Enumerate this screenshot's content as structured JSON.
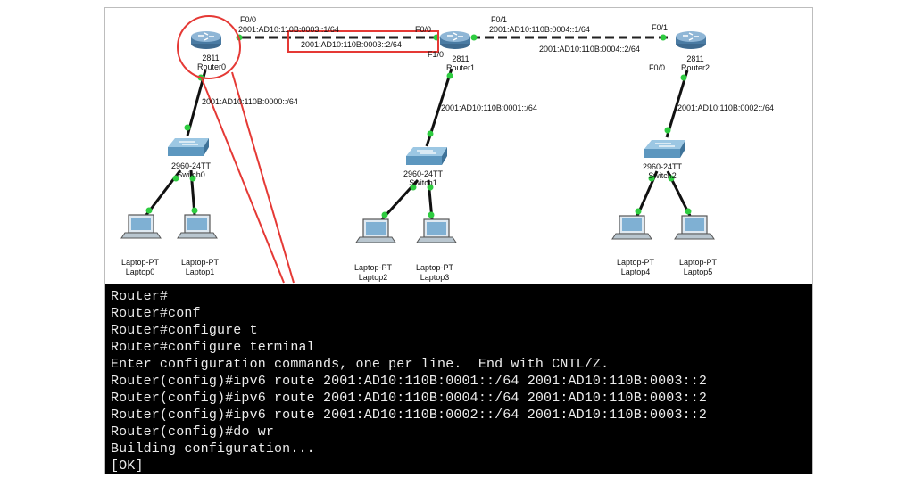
{
  "colors": {
    "terminal_bg": "#000000",
    "terminal_fg": "#ececec",
    "highlight": "#e53935",
    "link_dot": "#2ecc40",
    "router": "#5a86ad",
    "switch": "#6aa6c9"
  },
  "topology": {
    "routers": [
      {
        "model": "2811",
        "name": "Router0",
        "icon": "router-icon"
      },
      {
        "model": "2811",
        "name": "Router1",
        "icon": "router-icon"
      },
      {
        "model": "2811",
        "name": "Router2",
        "icon": "router-icon"
      }
    ],
    "switches": [
      {
        "model": "2960-24TT",
        "name": "Switch0",
        "icon": "switch-icon"
      },
      {
        "model": "2960-24TT",
        "name": "Switch1",
        "icon": "switch-icon"
      },
      {
        "model": "2960-24TT",
        "name": "Switch2",
        "icon": "switch-icon"
      }
    ],
    "laptops": [
      {
        "model": "Laptop-PT",
        "name": "Laptop0"
      },
      {
        "model": "Laptop-PT",
        "name": "Laptop1"
      },
      {
        "model": "Laptop-PT",
        "name": "Laptop2"
      },
      {
        "model": "Laptop-PT",
        "name": "Laptop3"
      },
      {
        "model": "Laptop-PT",
        "name": "Laptop4"
      },
      {
        "model": "Laptop-PT",
        "name": "Laptop5"
      }
    ],
    "interfaces": {
      "r0_f00": "F0/0",
      "r1_f00": "F0/0",
      "r1_f01": "F0/1",
      "r1_f10": "F1/0",
      "r2_f01": "F0/1",
      "r2_f00": "F0/0"
    },
    "addresses": {
      "r0_r1_left": "2001:AD10:110B:0003::1/64",
      "r0_r1_right": "2001:AD10:110B:0003::2/64",
      "r1_r2_left": "2001:AD10:110B:0004::1/64",
      "r1_r2_right": "2001:AD10:110B:0004::2/64",
      "lan0": "2001:AD10:110B:0000::/64",
      "lan1": "2001:AD10:110B:0001::/64",
      "lan2": "2001:AD10:110B:0002::/64"
    }
  },
  "terminal": {
    "lines": [
      "Router#",
      "Router#conf",
      "Router#configure t",
      "Router#configure terminal",
      "Enter configuration commands, one per line.  End with CNTL/Z.",
      "Router(config)#ipv6 route 2001:AD10:110B:0001::/64 2001:AD10:110B:0003::2",
      "Router(config)#ipv6 route 2001:AD10:110B:0004::/64 2001:AD10:110B:0003::2",
      "Router(config)#ipv6 route 2001:AD10:110B:0002::/64 2001:AD10:110B:0003::2",
      "Router(config)#do wr",
      "Building configuration...",
      "[OK]"
    ]
  }
}
